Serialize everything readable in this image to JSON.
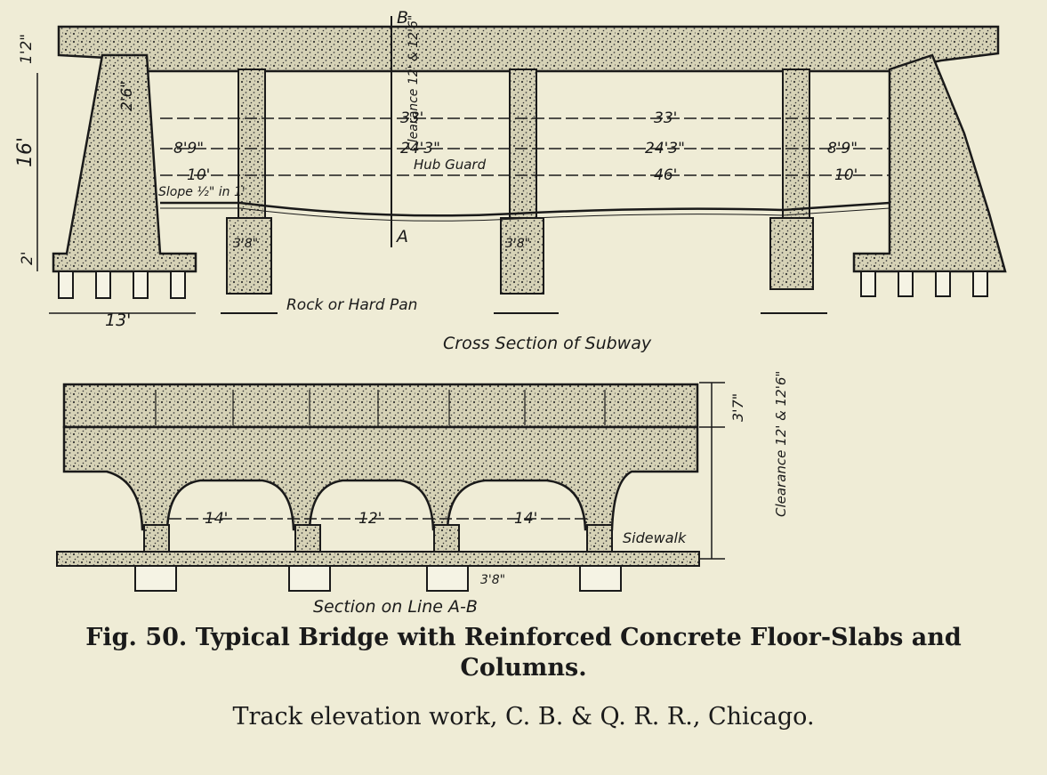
{
  "figure": {
    "caption_line1": "Fig. 50.   Typical Bridge with Reinforced Concrete Floor-Slabs and",
    "caption_line2": "Columns.",
    "subcaption": "Track elevation work, C. B. & Q. R. R., Chicago."
  },
  "cross_section": {
    "title": "Cross Section of Subway",
    "section_marker_top": "B",
    "section_marker_bottom": "A",
    "dim_slab": "1'2\"",
    "dim_height": "16'",
    "dim_footing": "2'",
    "dim_base_width": "13'",
    "dim_wall_top": "2'6\"",
    "slope_label": "Slope ½\" in 1'",
    "clearance_label": "Clearance 12' & 12'6\"",
    "span_left": "33'",
    "span_right": "33'",
    "sub_left": "8'9\"",
    "sub_mid_left": "24'3\"",
    "sub_mid_right": "24'3\"",
    "sub_right": "8'9\"",
    "sidewalk_left": "10'",
    "roadway": "46'",
    "sidewalk_right": "10'",
    "hub_guard": "Hub Guard",
    "column_width_left": "3'8\"",
    "column_width_mid": "3'8\"",
    "rock_label": "Rock or Hard Pan"
  },
  "long_section": {
    "title": "Section on Line A-B",
    "dim_slab": "3'7\"",
    "clearance_label": "Clearance 12' & 12'6\"",
    "span_1": "14'",
    "span_2": "12'",
    "span_3": "14'",
    "sidewalk": "Sidewalk",
    "column_width": "3'8\""
  },
  "colors": {
    "background": "#efecd6",
    "ink": "#1a1a1a",
    "concrete": "#d3cfb4"
  }
}
